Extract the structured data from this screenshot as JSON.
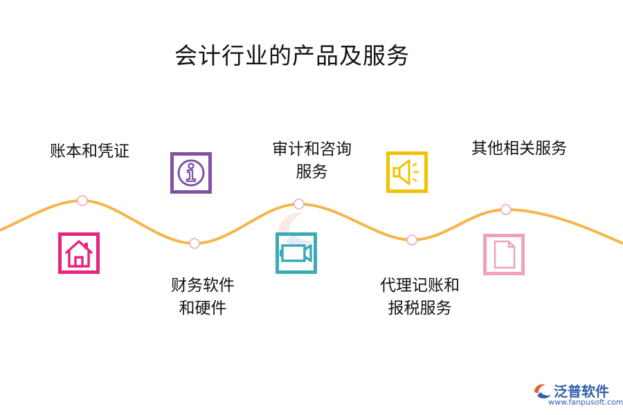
{
  "title": "会计行业的产品及服务",
  "items": [
    {
      "lines": [
        "账本和凭证"
      ],
      "icon": "house-icon",
      "color": "#e6257d"
    },
    {
      "lines": [
        "财务软件",
        "和硬件"
      ],
      "icon": "info-icon",
      "color": "#7f52a6"
    },
    {
      "lines": [
        "审计和咨询",
        "服务"
      ],
      "icon": "projector-icon",
      "color": "#3aaab5"
    },
    {
      "lines": [
        "代理记账和",
        "报税服务"
      ],
      "icon": "speaker-icon",
      "color": "#f2c200"
    },
    {
      "lines": [
        "其他相关服务"
      ],
      "icon": "document-icon",
      "color": "#f0a3b6"
    }
  ],
  "wave_color": "#f5b54a",
  "node_color": "#f0a3b6",
  "logo": {
    "name": "泛普软件",
    "url": "www.fanpusoft.com"
  }
}
